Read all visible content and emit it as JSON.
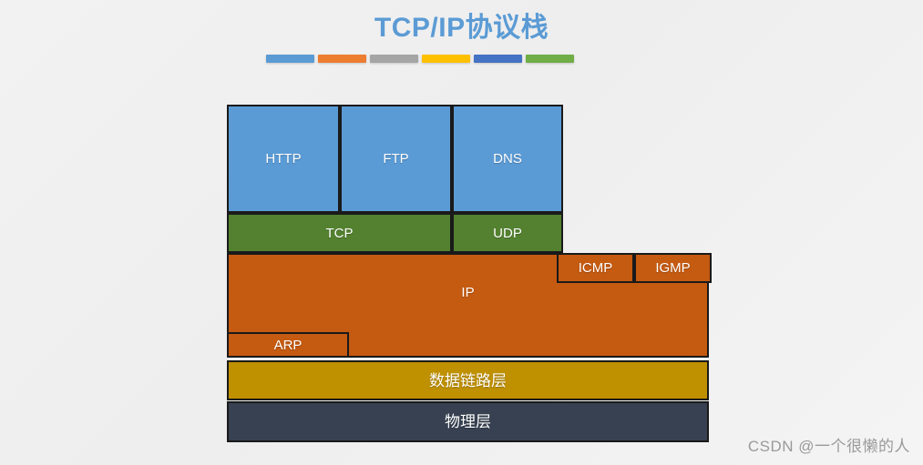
{
  "header": {
    "title": "TCP/IP协议栈",
    "title_color": "#5B9BD5",
    "accent_bars": [
      {
        "name": "bar-blue",
        "color": "#5B9BD5"
      },
      {
        "name": "bar-orange",
        "color": "#ED7D31"
      },
      {
        "name": "bar-gray",
        "color": "#A5A5A5"
      },
      {
        "name": "bar-gold",
        "color": "#FFC000"
      },
      {
        "name": "bar-dark-blue",
        "color": "#4472C4"
      },
      {
        "name": "bar-green",
        "color": "#70AD47"
      }
    ]
  },
  "diagram": {
    "type": "layered-stack",
    "colors": {
      "application": "#5B9BD5",
      "transport": "#53812F",
      "network": "#C55A11",
      "datalink": "#BF9000",
      "physical": "#374151",
      "border": "#1a1a1a",
      "text": "#ffffff"
    },
    "layers": [
      {
        "name": "application",
        "boxes": [
          {
            "label": "HTTP"
          },
          {
            "label": "FTP"
          },
          {
            "label": "DNS"
          }
        ]
      },
      {
        "name": "transport",
        "boxes": [
          {
            "label": "TCP"
          },
          {
            "label": "UDP"
          }
        ]
      },
      {
        "name": "network",
        "boxes": [
          {
            "label": "IP"
          },
          {
            "label": "ICMP"
          },
          {
            "label": "IGMP"
          },
          {
            "label": "ARP"
          }
        ]
      },
      {
        "name": "datalink",
        "boxes": [
          {
            "label": "数据链路层"
          }
        ]
      },
      {
        "name": "physical",
        "boxes": [
          {
            "label": "物理层"
          }
        ]
      }
    ],
    "labels": {
      "http": "HTTP",
      "ftp": "FTP",
      "dns": "DNS",
      "tcp": "TCP",
      "udp": "UDP",
      "ip": "IP",
      "icmp": "ICMP",
      "igmp": "IGMP",
      "arp": "ARP",
      "datalink": "数据链路层",
      "physical": "物理层"
    }
  },
  "watermark": {
    "text": "CSDN @一个很懒的人"
  }
}
